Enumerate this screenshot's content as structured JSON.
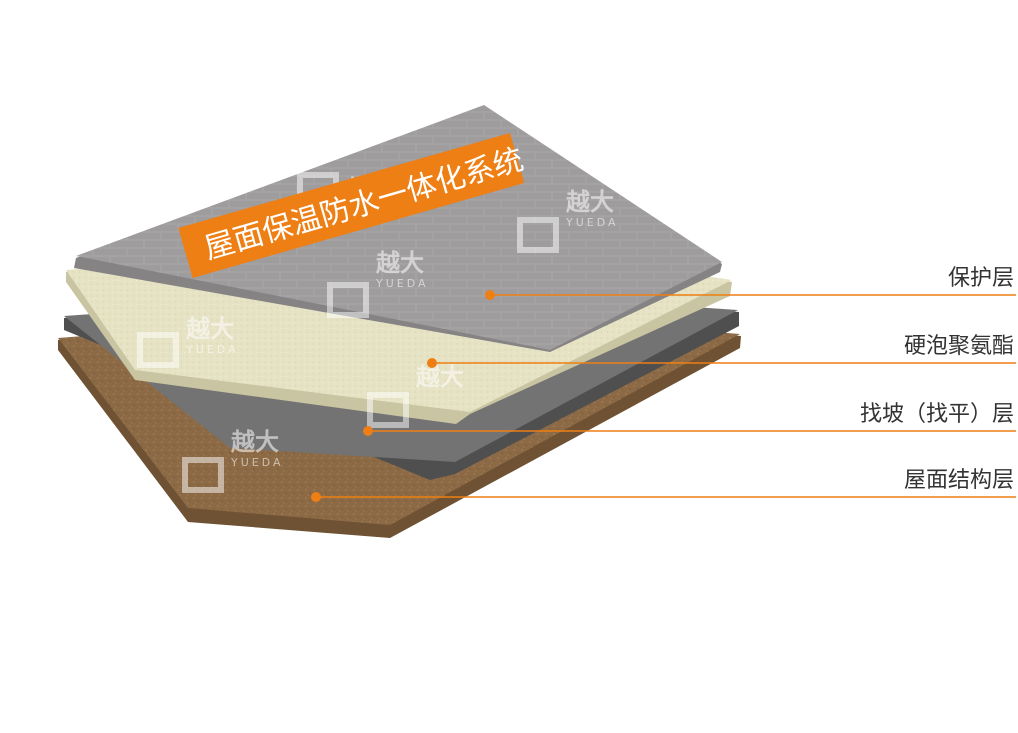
{
  "title": "屋面保温防水一体化系统",
  "watermark": {
    "cn": "越大",
    "en": "YUEDA"
  },
  "layers": [
    {
      "label": "保护层",
      "color": "#9e9c9d"
    },
    {
      "label": "硬泡聚氨酯",
      "color": "#e6e2c4"
    },
    {
      "label": "找坡（找平）层",
      "color": "#737373"
    },
    {
      "label": "屋面结构层",
      "color": "#8c6a46"
    }
  ],
  "colors": {
    "accent": "#ee7f14",
    "leader": "#ee7f14"
  }
}
